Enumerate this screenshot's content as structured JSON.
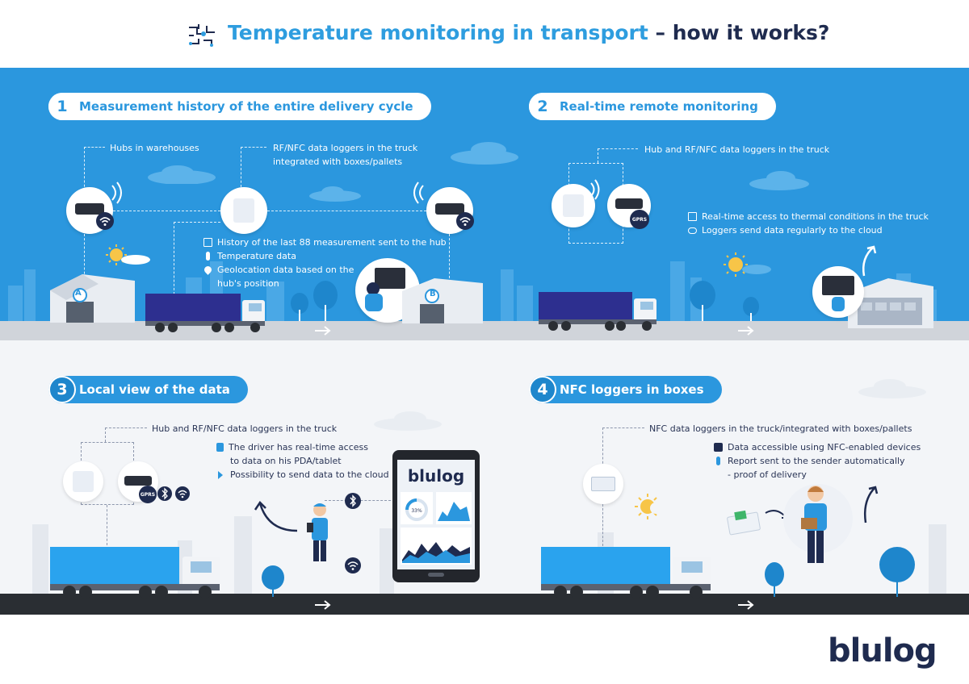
{
  "header": {
    "title_part1": "Temperature monitoring in transport",
    "title_part2": "– how it works?"
  },
  "steps": [
    {
      "number": "1",
      "title": "Measurement history of the entire delivery cycle"
    },
    {
      "number": "2",
      "title": "Real-time remote monitoring"
    },
    {
      "number": "3",
      "title": "Local view of the data"
    },
    {
      "number": "4",
      "title": "NFC loggers in boxes"
    }
  ],
  "step1": {
    "hubs_label": "Hubs in warehouses",
    "loggers_label_line1": "RF/NFC data loggers in the truck",
    "loggers_label_line2": "integrated with boxes/pallets",
    "bullets": [
      "History of the last 88 measurement sent to the hub",
      "Temperature data",
      "Geolocation data based on the",
      "hub's position"
    ],
    "warehouse_a": "A",
    "warehouse_b": "B"
  },
  "step2": {
    "devices_label": "Hub and RF/NFC data loggers in the truck",
    "gprs": "GPRS",
    "bullets": [
      "Real-time access to thermal conditions in the truck",
      "Loggers send data regularly to the cloud"
    ]
  },
  "step3": {
    "devices_label": "Hub and RF/NFC data loggers in the truck",
    "gprs": "GPRS",
    "bullets": [
      "The driver has real-time access",
      "to data on his PDA/tablet",
      "Possibility to send data to the cloud"
    ],
    "tablet_brand": "blulog",
    "tablet_gauge": "33%"
  },
  "step4": {
    "devices_label": "NFC data loggers in the truck/integrated with boxes/pallets",
    "bullets": [
      "Data accessible using NFC-enabled devices",
      "Report sent to the sender automatically",
      "- proof of delivery"
    ]
  },
  "brand": {
    "logo": "blulog"
  },
  "colors": {
    "primary_blue": "#2b97de",
    "navy": "#1f2b4f",
    "road_dark": "#2a2e33",
    "road_light": "#d0d4da"
  }
}
